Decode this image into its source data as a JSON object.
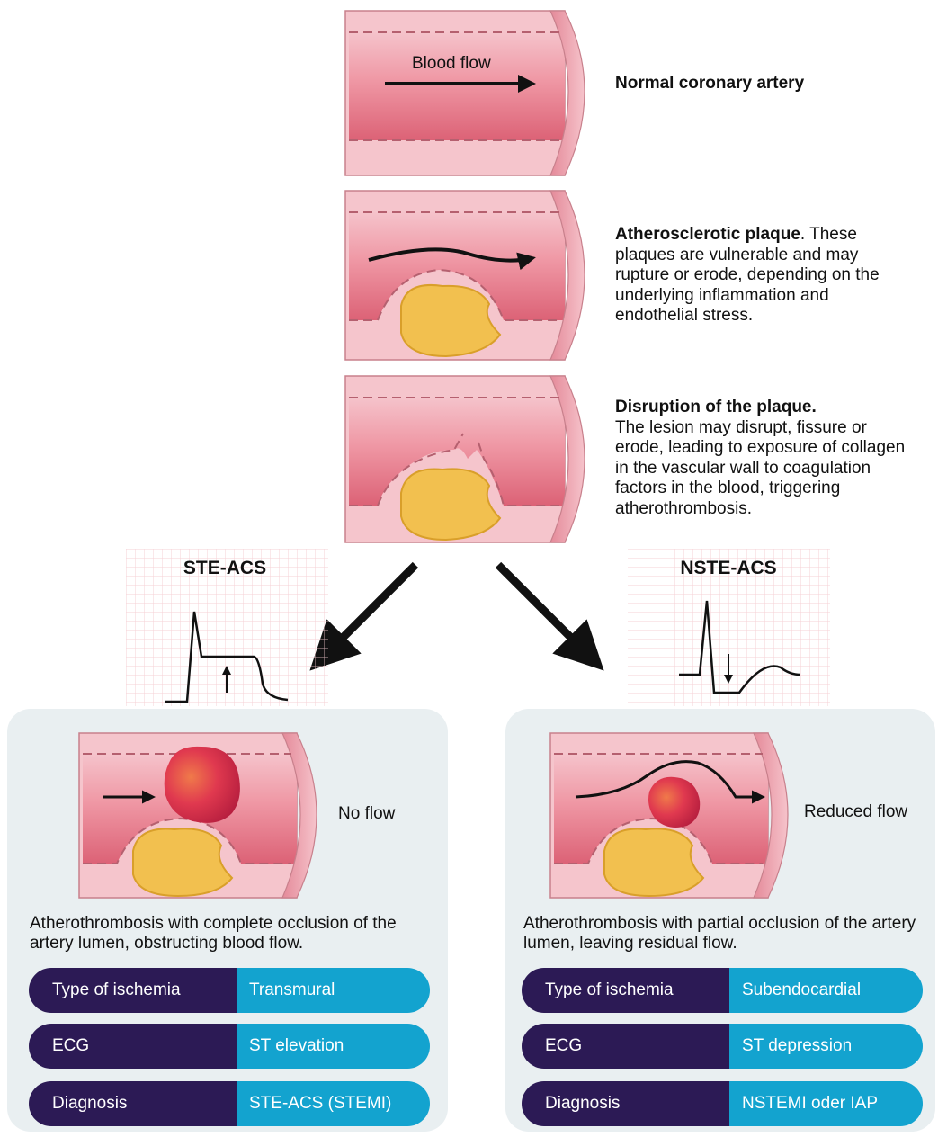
{
  "stages": [
    {
      "title": "Normal coronary artery",
      "text": "",
      "flow_label": "Blood flow"
    },
    {
      "title": "Atherosclerotic plaque",
      "text": ". These plaques are vulnerable and may rupture or erode, depending on the underlying inflammation and endothelial stress."
    },
    {
      "title": "Disruption of the plaque.",
      "text": "The lesion may disrupt, fissure or erode, leading to exposure of collagen in the vascular wall to coagulation factors in the blood, triggering atherothrombosis."
    }
  ],
  "left": {
    "ecg_title": "STE-ACS",
    "flow_label": "No flow",
    "description": "Atherothrombosis with complete occlusion of the artery lumen, obstructing blood flow.",
    "rows": [
      {
        "key": "Type of ischemia",
        "value": "Transmural"
      },
      {
        "key": "ECG",
        "value": "ST elevation"
      },
      {
        "key": "Diagnosis",
        "value": "STE-ACS (STEMI)"
      }
    ]
  },
  "right": {
    "ecg_title": "NSTE-ACS",
    "flow_label": "Reduced flow",
    "description": "Atherothrombosis with partial occlusion of the artery lumen, leaving residual flow.",
    "rows": [
      {
        "key": "Type of ischemia",
        "value": "Subendocardial"
      },
      {
        "key": "ECG",
        "value": "ST depression"
      },
      {
        "key": "Diagnosis",
        "value": "NSTEMI oder IAP"
      }
    ]
  },
  "colors": {
    "artery_outer": "#f3bcc4",
    "artery_lumen": "#e3707f",
    "plaque": "#f2c04f",
    "thrombus": "#d8334a",
    "panel_bg": "#e9eff1",
    "pill_key": "#2c1a55",
    "pill_value": "#13a3cf"
  }
}
